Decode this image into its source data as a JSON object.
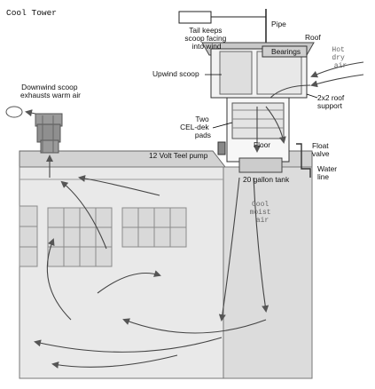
{
  "title": "Cool Tower",
  "labels": {
    "tail": [
      "Tail keeps",
      "scoop facing",
      "into wind"
    ],
    "pipe": "Pipe",
    "roof": "Roof",
    "bearings": "Bearings",
    "hot_dry_air": [
      "Hot",
      "dry",
      "air"
    ],
    "upwind_scoop": "Upwind scoop",
    "roof_support": [
      "2x2 roof",
      "support"
    ],
    "downwind_scoop": [
      "Downwind scoop",
      "exhausts warm air"
    ],
    "pads": [
      "Two",
      "CEL-dek",
      "pads"
    ],
    "floor": "Floor",
    "float_valve": [
      "Float",
      "valve"
    ],
    "pump": "12 Volt Teel pump",
    "water_line": [
      "Water",
      "line"
    ],
    "tank": "20 gallon tank",
    "cool_moist_air": [
      "Cool",
      "moist",
      "air"
    ]
  },
  "colors": {
    "outline": "#777777",
    "wall_fill": "#e9e9e9",
    "roof_fill": "#d2d2d2",
    "window_fill": "#d9d9d9",
    "arrow": "#444444",
    "hot_air_text": "#666666"
  }
}
